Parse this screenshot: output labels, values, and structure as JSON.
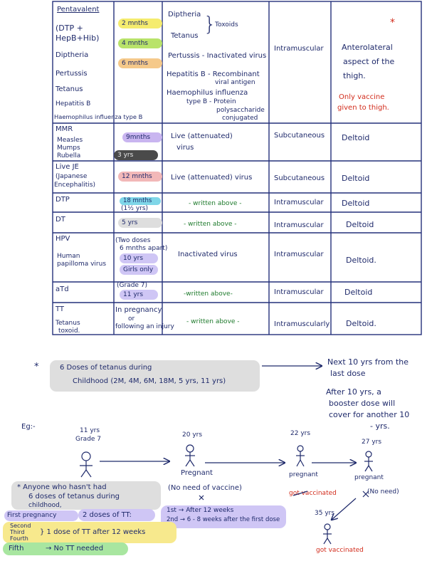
{
  "table": {
    "rows": [
      {
        "vaccine": [
          "Pentavalent",
          "(DTP +",
          "HepB+Hib)",
          "Diptheria",
          "Pertussis",
          "Tetanus",
          "Hepatitis B",
          "Haemophilus influenza type B"
        ],
        "timing": [
          "2 mnths",
          "4 mnths",
          "6 mnths"
        ],
        "type": [
          "Diptheria",
          "Tetanus",
          "Toxoids",
          "Pertussis - Inactivated virus",
          "Hepatitis B - Recombinant",
          "viral antigen",
          "Haemophilus influenza",
          "type B - Protein",
          "polysaccharide",
          "conjugated"
        ],
        "route": "Intramuscular",
        "site": [
          "Anterolateral",
          "aspect of the",
          "thigh."
        ],
        "note": [
          "Only vaccine",
          "given to thigh."
        ],
        "mark": "*"
      },
      {
        "vaccine": [
          "MMR",
          "Measles",
          "Mumps",
          "Rubella"
        ],
        "timing": [
          "9mnths",
          "3 yrs"
        ],
        "type": [
          "Live (attenuated)",
          "virus"
        ],
        "route": "Subcutaneous",
        "site": "Deltoid"
      },
      {
        "vaccine": [
          "Live JE",
          "(Japanese",
          "Encephalitis)"
        ],
        "timing": [
          "12 mnths"
        ],
        "type": [
          "Live (attenuated) virus"
        ],
        "route": "Subcutaneous",
        "site": "Deltoid"
      },
      {
        "vaccine": [
          "DTP"
        ],
        "timing": [
          "18 mnths",
          "(1½ yrs)"
        ],
        "type": [
          "- written above -"
        ],
        "route": "Intramuscular",
        "site": "Deltoid"
      },
      {
        "vaccine": [
          "DT"
        ],
        "timing": [
          "5 yrs"
        ],
        "type": [
          "- written above -"
        ],
        "route": "Intramuscular",
        "site": "Deltoid"
      },
      {
        "vaccine": [
          "HPV",
          "Human",
          "papilloma virus"
        ],
        "timing": [
          "(Two doses",
          "6 mnths apart)",
          "10 yrs",
          "Girls only"
        ],
        "type": [
          "Inactivated virus"
        ],
        "route": "Intramuscular",
        "site": "Deltoid."
      },
      {
        "vaccine": [
          "aTd"
        ],
        "timing": [
          "(Grade 7)",
          "11 yrs"
        ],
        "type": [
          "-written above-"
        ],
        "route": "Intramuscular",
        "site": "Deltoid"
      },
      {
        "vaccine": [
          "TT",
          "Tetanus",
          "toxoid."
        ],
        "timing": [
          "In pregnancy",
          "or",
          "following an injury"
        ],
        "type": [
          "- written above -"
        ],
        "route": "Intramuscularly",
        "site": "Deltoid."
      }
    ]
  },
  "notes": {
    "star": "*",
    "six_doses_1": "6 Doses of tetanus during",
    "six_doses_2": "Childhood (2M, 4M, 6M, 18M, 5 yrs, 11 yrs)",
    "next_1": "Next 10 yrs from the",
    "next_2": "last dose",
    "booster_1": "After 10 yrs, a",
    "booster_2": "booster dose will",
    "booster_3": "cover for another 10",
    "booster_4": "- yrs.",
    "eg": "Eg:-",
    "age_11": "11 yrs",
    "grade_7": "Grade 7",
    "age_20": "20 yrs",
    "pregnant_1": "Pregnant",
    "no_need": "(No need of vaccine)",
    "age_22": "22 yrs",
    "pregnant_2": "pregnant",
    "got_vacc_1": "got vaccinated",
    "age_27": "27 yrs",
    "pregnant_3": "pregnant",
    "no_need_2": "(No need)",
    "age_35": "35 yrs",
    "got_vacc_2": "got vaccinated",
    "anyone_1": "* Anyone who hasn't had",
    "anyone_2": "6 doses of tetanus during",
    "anyone_3": "childhood,",
    "first_preg": "First pregnancy",
    "two_doses": "2 doses of TT:",
    "after_12": "1st → After 12 weeks",
    "second": "2nd → 6 - 8 weeks after the first dose",
    "second_label": "Second",
    "third_label": "Third",
    "fourth_label": "Fourth",
    "one_dose": "} 1 dose of TT after 12 weeks",
    "fifth": "Fifth",
    "no_tt": "→ No TT needed"
  },
  "colors": {
    "ink": "#1f2a6b",
    "red": "#d22c1c",
    "green": "#1e7a2c",
    "yellow": "#f5ec6e",
    "lime": "#b9e36a",
    "orange": "#f5c98a",
    "purple": "#c9b5f0",
    "gray": "#4a4a4a",
    "pink": "#f2b8b8",
    "cyan": "#7fd6e8",
    "lightgray": "#dedede",
    "lavender": "#cfc6f5",
    "yellowhl": "#f7e98d",
    "greenhl": "#a8e6a0"
  }
}
